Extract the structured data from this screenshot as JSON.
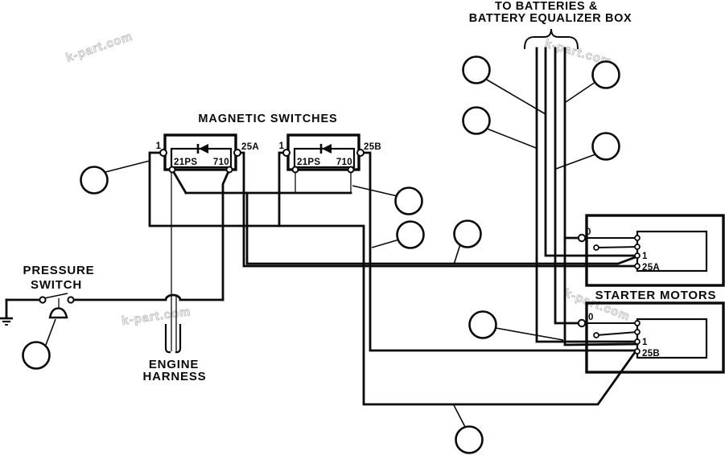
{
  "diagram": {
    "header": {
      "line1": "TO BATTERIES &",
      "line2": "BATTERY EQUALIZER BOX"
    },
    "sections": {
      "magnetic_switches_title": "MAGNETIC SWITCHES",
      "starter_motors_title": "STARTER MOTORS",
      "pressure_switch": {
        "line1": "PRESSURE",
        "line2": "SWITCH"
      },
      "engine_harness": {
        "line1": "ENGINE",
        "line2": "HARNESS"
      }
    },
    "magnetic_switches": [
      {
        "left_terminal": "1",
        "right_terminal": "25A",
        "coil_left": "21PS",
        "coil_right": "710"
      },
      {
        "left_terminal": "1",
        "right_terminal": "25B",
        "coil_left": "21PS",
        "coil_right": "710"
      }
    ],
    "starter_motors": [
      {
        "terminal_ground": "0",
        "terminal_one": "1",
        "terminal_feed": "25A"
      },
      {
        "terminal_ground": "0",
        "terminal_one": "1",
        "terminal_feed": "25B"
      }
    ],
    "watermark": {
      "text": "k-part.com",
      "color": "#c9c9c9"
    },
    "colors": {
      "ink": "#0a0a0a",
      "background": "#ffffff"
    },
    "callout_circles": {
      "count": 11
    }
  }
}
